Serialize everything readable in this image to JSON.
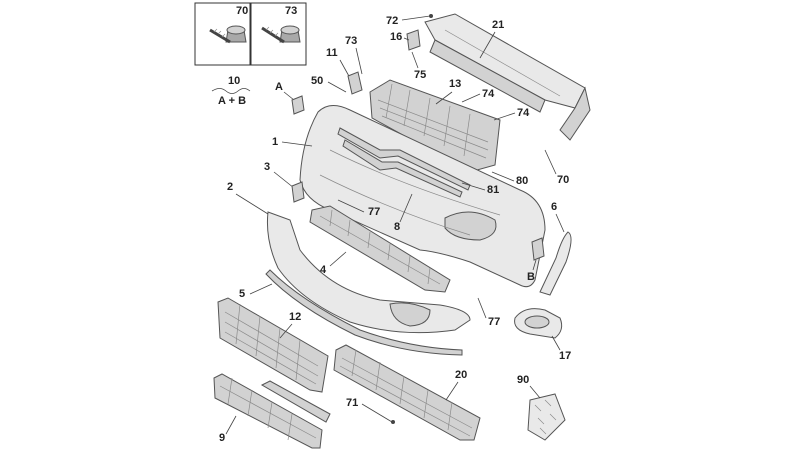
{
  "diagram": {
    "callouts": {
      "c1": "1",
      "c2": "2",
      "c3": "3",
      "c4": "4",
      "c5": "5",
      "c6": "6",
      "c8": "8",
      "c9": "9",
      "c10": "10",
      "c10sub": "A + B",
      "c11": "11",
      "c12": "12",
      "c13": "13",
      "c16": "16",
      "c17": "17",
      "c20": "20",
      "c21": "21",
      "c50": "50",
      "c70a": "70",
      "c70b": "70",
      "c71": "71",
      "c72": "72",
      "c73a": "73",
      "c73b": "73",
      "c74a": "74",
      "c74b": "74",
      "c75": "75",
      "c77a": "77",
      "c77b": "77",
      "c80": "80",
      "c81": "81",
      "c90": "90",
      "cA": "A",
      "cB": "B"
    }
  }
}
